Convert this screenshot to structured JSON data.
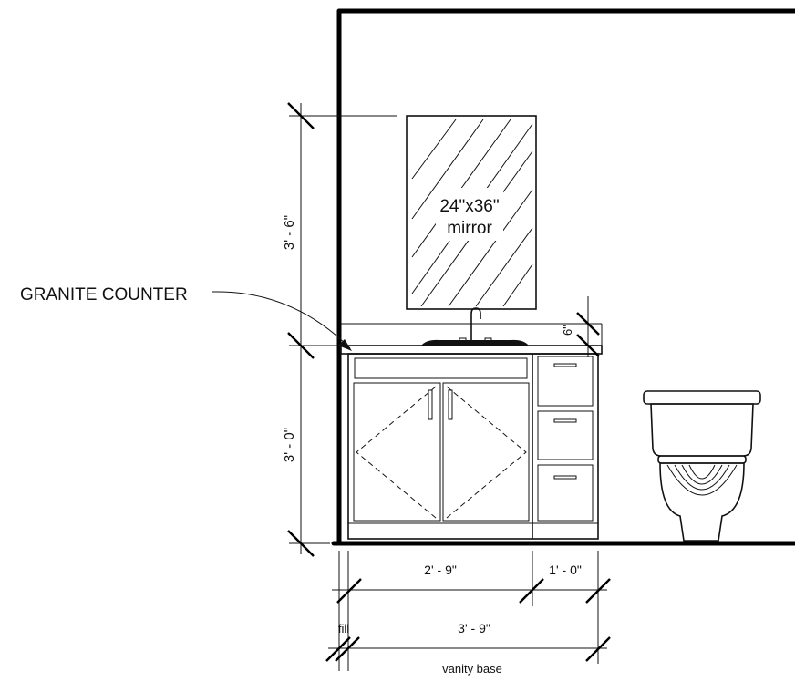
{
  "labels": {
    "mirror_line1": "24\"x36\"",
    "mirror_line2": "mirror",
    "callout": "GRANITE COUNTER",
    "dim_upper": "3' - 6\"",
    "dim_lower": "3' - 0\"",
    "dim_splash": "6\"",
    "dim_cabinet": "2' - 9\"",
    "dim_drawers": "1' - 0\"",
    "dim_total": "3' - 9\"",
    "dim_fill": "fill",
    "dim_base": "vanity base"
  }
}
